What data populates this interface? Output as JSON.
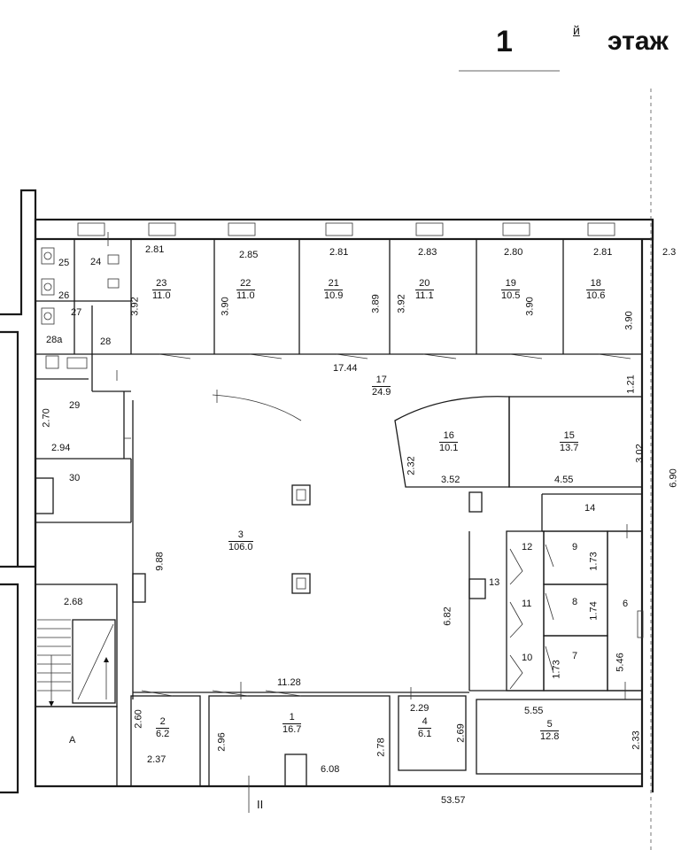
{
  "header": {
    "floor_number": "1",
    "floor_suffix": "й",
    "floor_word": "этаж"
  },
  "rooms": [
    {
      "id": "25",
      "number": "25"
    },
    {
      "id": "24",
      "number": "24"
    },
    {
      "id": "26",
      "number": "26"
    },
    {
      "id": "27",
      "number": "27"
    },
    {
      "id": "28a",
      "number": "28а"
    },
    {
      "id": "28",
      "number": "28"
    },
    {
      "id": "23",
      "number": "23",
      "area": "11.0"
    },
    {
      "id": "22",
      "number": "22",
      "area": "11.0"
    },
    {
      "id": "21",
      "number": "21",
      "area": "10.9"
    },
    {
      "id": "20",
      "number": "20",
      "area": "11.1"
    },
    {
      "id": "19",
      "number": "19",
      "area": "10.5"
    },
    {
      "id": "18",
      "number": "18",
      "area": "10.6"
    },
    {
      "id": "17",
      "number": "17",
      "area": "24.9"
    },
    {
      "id": "16",
      "number": "16",
      "area": "10.1"
    },
    {
      "id": "15",
      "number": "15",
      "area": "13.7"
    },
    {
      "id": "29",
      "number": "29"
    },
    {
      "id": "30",
      "number": "30"
    },
    {
      "id": "3",
      "number": "3",
      "area": "106.0"
    },
    {
      "id": "14",
      "number": "14"
    },
    {
      "id": "12",
      "number": "12"
    },
    {
      "id": "9",
      "number": "9"
    },
    {
      "id": "13",
      "number": "13"
    },
    {
      "id": "11",
      "number": "11"
    },
    {
      "id": "8",
      "number": "8"
    },
    {
      "id": "6",
      "number": "6"
    },
    {
      "id": "10",
      "number": "10"
    },
    {
      "id": "7",
      "number": "7"
    },
    {
      "id": "2",
      "number": "2",
      "area": "6.2"
    },
    {
      "id": "1",
      "number": "1",
      "area": "16.7"
    },
    {
      "id": "4",
      "number": "4",
      "area": "6.1"
    },
    {
      "id": "5",
      "number": "5",
      "area": "12.8"
    },
    {
      "id": "A",
      "number": "А"
    }
  ],
  "dimensions": {
    "d_2_81a": "2.81",
    "d_2_85": "2.85",
    "d_2_81b": "2.81",
    "d_2_83": "2.83",
    "d_2_80": "2.80",
    "d_2_81c": "2.81",
    "d_2_3": "2.3",
    "d_3_92a": "3.92",
    "d_3_90a": "3.90",
    "d_3_89": "3.89",
    "d_3_92b": "3.92",
    "d_3_90b": "3.90",
    "d_3_90c": "3.90",
    "d_17_44": "17.44",
    "d_1_21": "1.21",
    "d_2_70": "2.70",
    "d_2_94": "2.94",
    "d_2_32": "2.32",
    "d_3_52": "3.52",
    "d_3_02": "3.02",
    "d_4_55": "4.55",
    "d_6_90": "6.90",
    "d_9_88": "9.88",
    "d_2_68": "2.68",
    "d_6_82": "6.82",
    "d_1_73a": "1.73",
    "d_1_74": "1.74",
    "d_1_73b": "1.73",
    "d_5_46": "5.46",
    "d_11_28": "11.28",
    "d_2_29": "2.29",
    "d_5_55": "5.55",
    "d_2_60": "2.60",
    "d_2_37": "2.37",
    "d_2_96": "2.96",
    "d_2_78": "2.78",
    "d_6_08": "6.08",
    "d_2_69": "2.69",
    "d_2_33": "2.33",
    "d_53_57": "53.57"
  },
  "section_mark": "II"
}
